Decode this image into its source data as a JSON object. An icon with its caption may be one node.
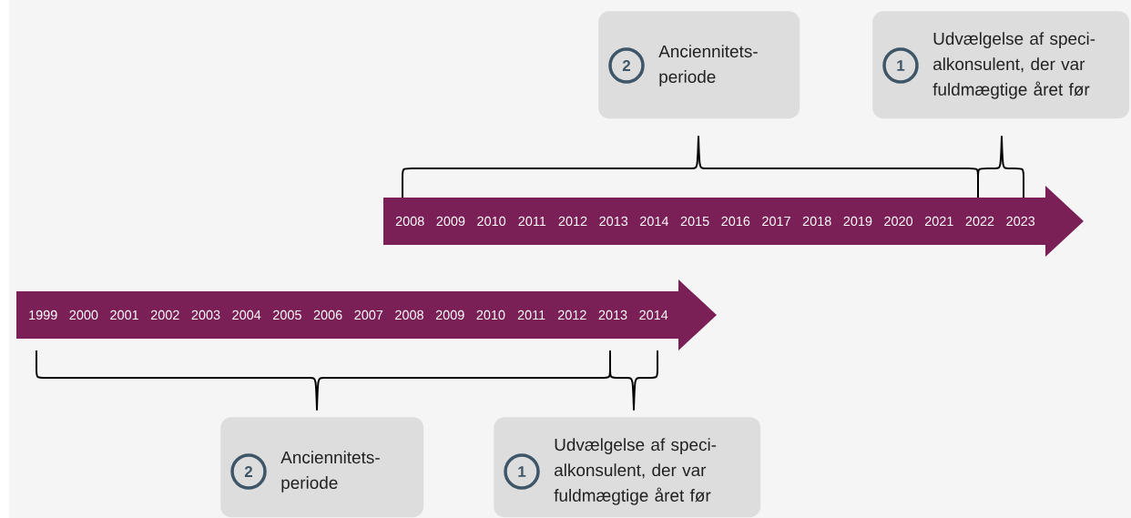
{
  "diagram": {
    "nodes": [
      {
        "text": [
          "2",
          "Anciennitets- periode"
        ]
      },
      {
        "text": [
          "1",
          "Udvælgelse af speci- alkonsulent, der var fuldmægtige året før"
        ]
      },
      {
        "text": [
          "2008",
          "2009",
          "2010",
          "2011",
          "2012",
          "2013",
          "2014",
          "2015",
          "2016",
          "2017",
          "2018",
          "2019",
          "2020",
          "2021",
          "2022",
          "2023"
        ]
      },
      {
        "text": [
          "1999",
          "2000",
          "2001",
          "2002",
          "2003",
          "2004",
          "2005",
          "2006",
          "2007",
          "2008",
          "2009",
          "2010",
          "2011",
          "2012",
          "2013",
          "2014"
        ]
      },
      {
        "text": [
          "2",
          "Anciennitets- periode"
        ]
      },
      {
        "text": [
          "1",
          "Udvælgelse af speci- alkonsulent, der var fuldmægtige året før"
        ]
      }
    ],
    "edges": []
  }
}
